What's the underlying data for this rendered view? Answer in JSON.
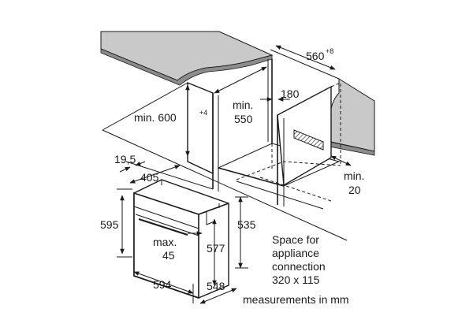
{
  "diagram": {
    "dimensions": {
      "niche_width": "560",
      "niche_width_tolerance": "+8",
      "niche_height": "min. 600",
      "niche_height_tolerance": "+4",
      "niche_depth_line1": "min.",
      "niche_depth_line2": "550",
      "rear_gap": "180",
      "side_gap_line1": "min.",
      "side_gap_line2": "20",
      "front_offset": "19,5",
      "control_depth": "405",
      "oven_height": "595",
      "body_height": "535",
      "door_drop_line1": "max.",
      "door_drop_line2": "45",
      "cavity_height": "577",
      "oven_width": "594",
      "oven_depth": "548"
    },
    "connection_note": {
      "line1": "Space for",
      "line2": "appliance",
      "line3": "connection",
      "line4": "320 x 115"
    },
    "units_note": "measurements in mm"
  }
}
